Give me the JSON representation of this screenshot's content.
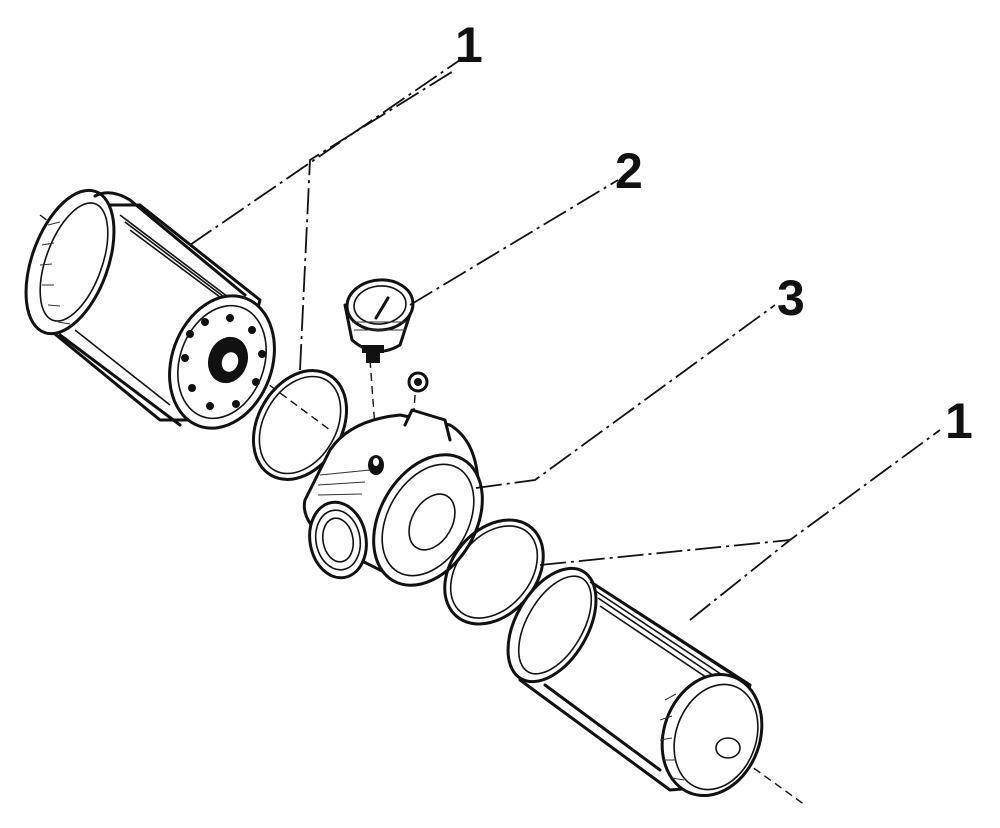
{
  "diagram": {
    "callouts": [
      {
        "id": "callout-1-top",
        "label": "1"
      },
      {
        "id": "callout-2",
        "label": "2"
      },
      {
        "id": "callout-3",
        "label": "3"
      },
      {
        "id": "callout-1-right",
        "label": "1"
      }
    ],
    "parts": [
      {
        "id": "filter-cartridge-left",
        "icon": "oil-filter-icon"
      },
      {
        "id": "o-ring-left",
        "icon": "o-ring-icon"
      },
      {
        "id": "pressure-gauge",
        "icon": "gauge-icon"
      },
      {
        "id": "plug-screw",
        "icon": "plug-icon"
      },
      {
        "id": "filter-adapter-housing",
        "icon": "adapter-housing-icon"
      },
      {
        "id": "o-ring-right",
        "icon": "o-ring-icon"
      },
      {
        "id": "filter-cartridge-right",
        "icon": "oil-filter-icon"
      }
    ],
    "colors": {
      "ink": "#111111",
      "background": "#ffffff"
    }
  }
}
